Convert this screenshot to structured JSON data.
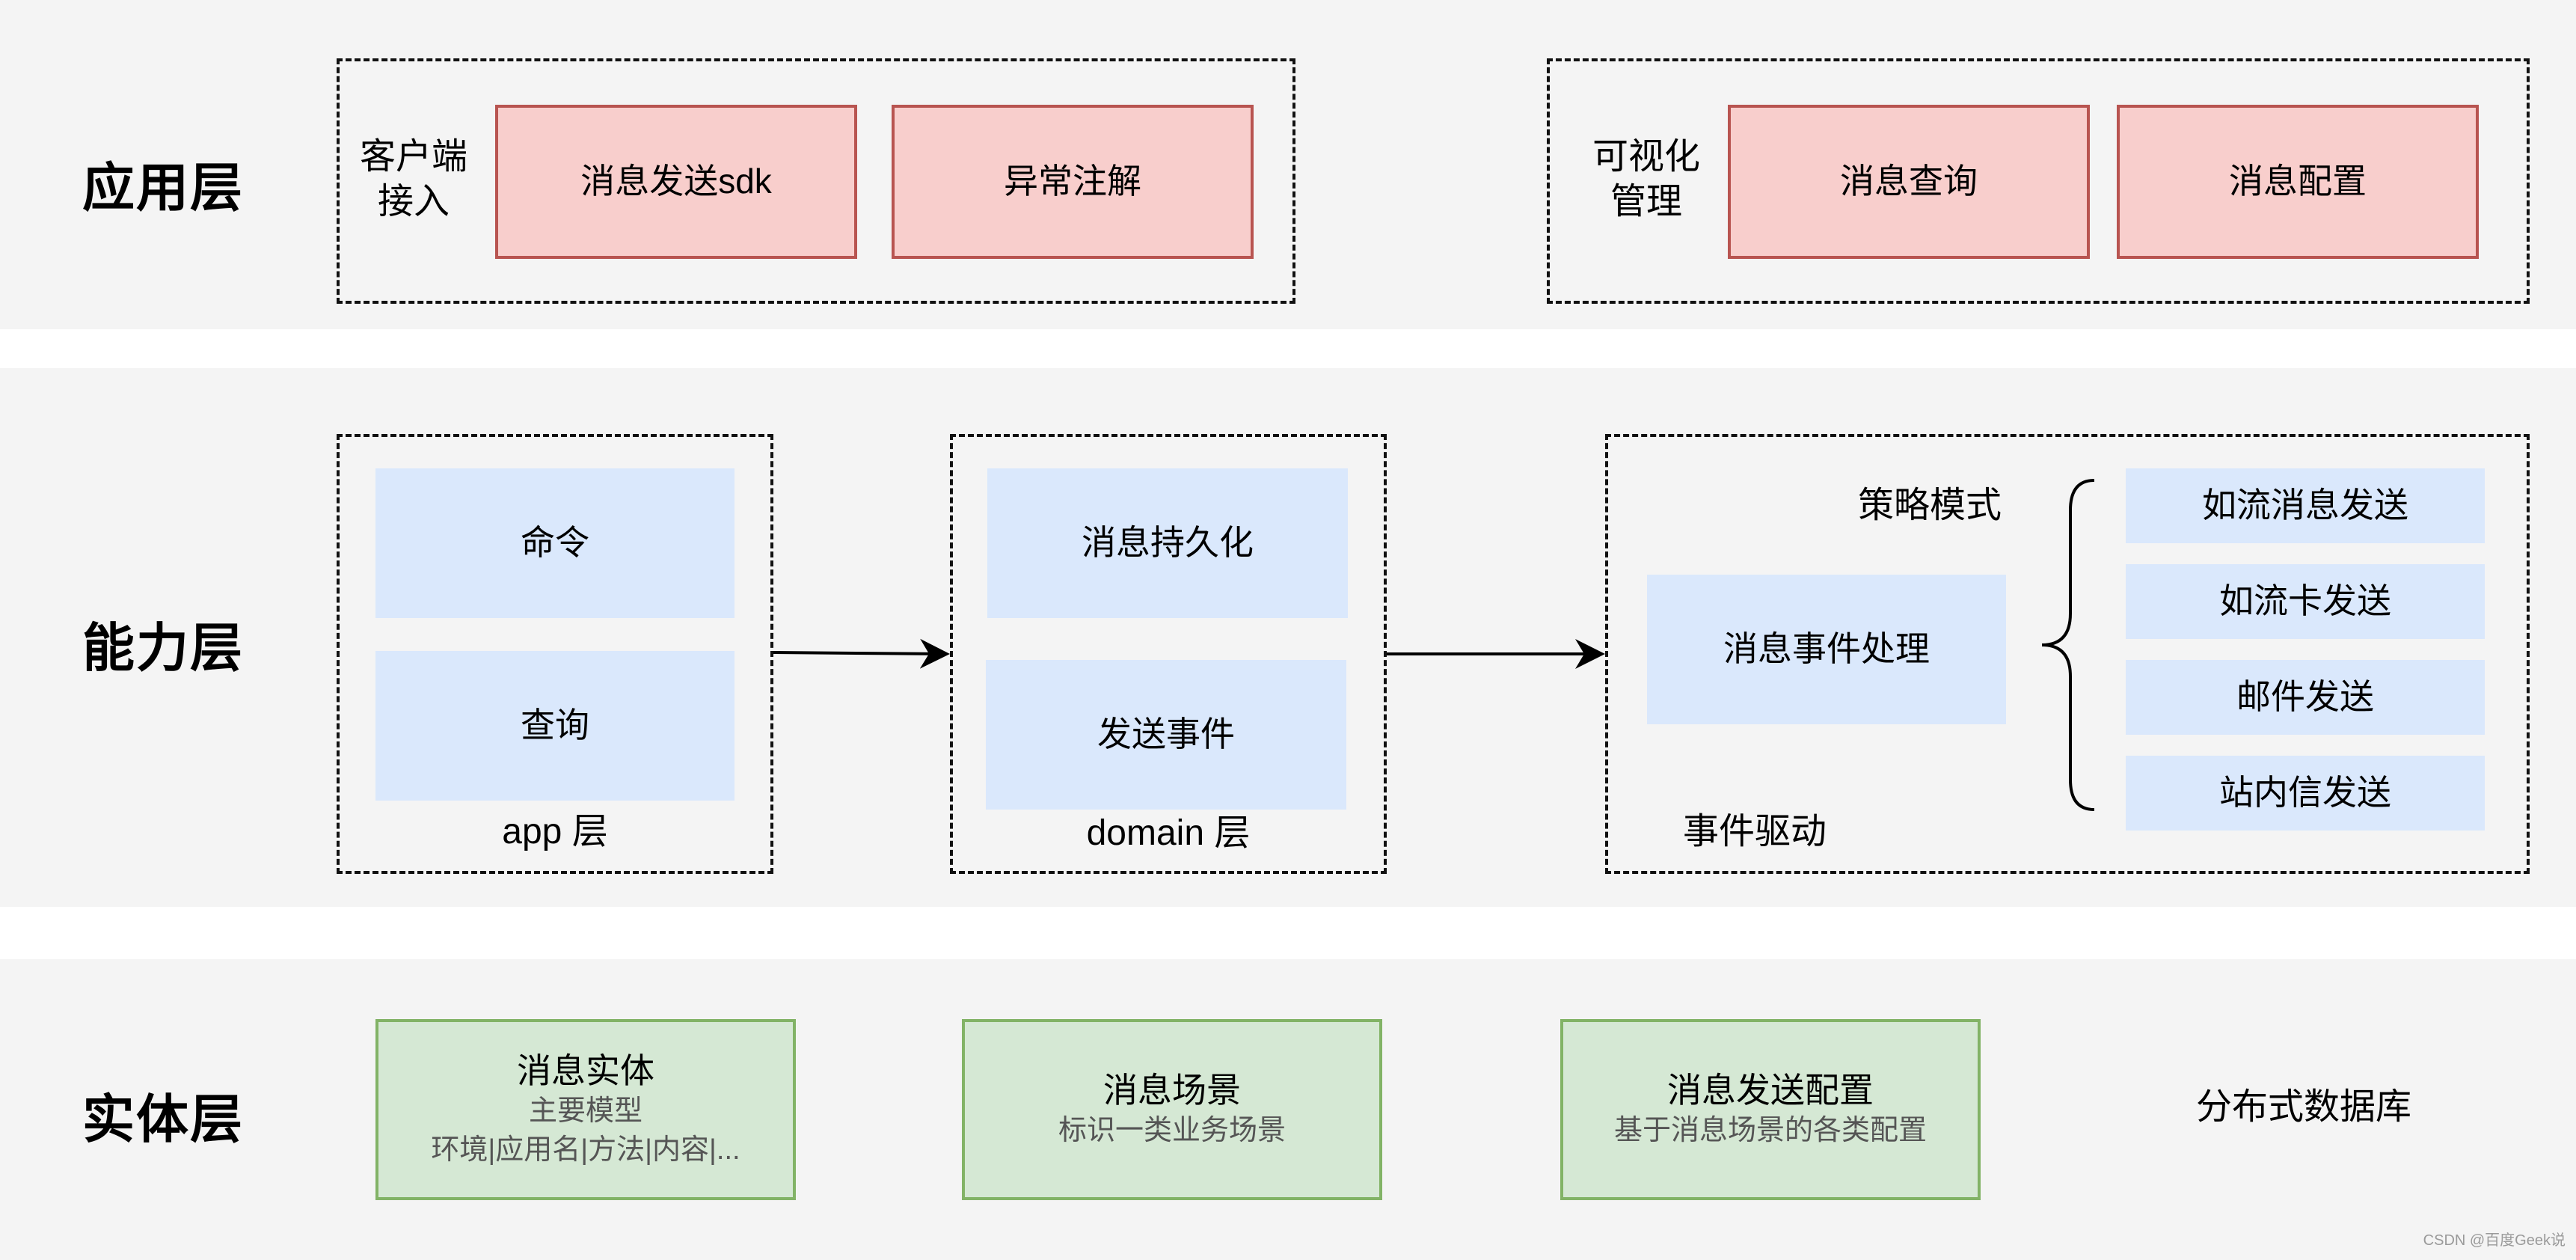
{
  "application_layer": {
    "title": "应用层",
    "client_access": {
      "label_line1": "客户端",
      "label_line2": "接入",
      "items": [
        "消息发送sdk",
        "异常注解"
      ]
    },
    "visual_management": {
      "label_line1": "可视化",
      "label_line2": "管理",
      "items": [
        "消息查询",
        "消息配置"
      ]
    }
  },
  "capability_layer": {
    "title": "能力层",
    "app": {
      "items": [
        "命令",
        "查询"
      ],
      "caption": "app 层"
    },
    "domain": {
      "items": [
        "消息持久化",
        "发送事件"
      ],
      "caption": "domain 层"
    },
    "event": {
      "strategy_label": "策略模式",
      "handler": "消息事件处理",
      "caption": "事件驱动",
      "senders": [
        "如流消息发送",
        "如流卡发送",
        "邮件发送",
        "站内信发送"
      ]
    }
  },
  "entity_layer": {
    "title": "实体层",
    "entities": [
      {
        "title": "消息实体",
        "line1": "主要模型",
        "line2": "环境|应用名|方法|内容|..."
      },
      {
        "title": "消息场景",
        "line1": "标识一类业务场景"
      },
      {
        "title": "消息发送配置",
        "line1": "基于消息场景的各类配置"
      }
    ],
    "database": "分布式数据库"
  },
  "watermark": "CSDN @百度Geek说",
  "colors": {
    "band": "#f4f4f4",
    "red_fill": "#f8cecc",
    "red_stroke": "#b85450",
    "blue_fill": "#dae8fc",
    "green_fill": "#d5e8d4",
    "green_stroke": "#82b366"
  }
}
